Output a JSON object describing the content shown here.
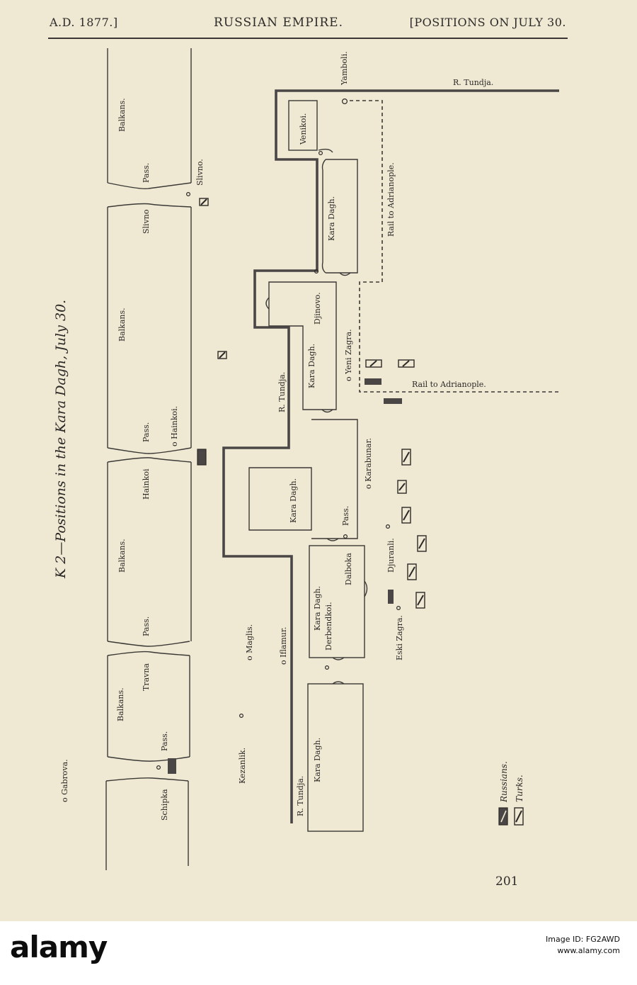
{
  "header": {
    "left": "A.D. 1877.]",
    "center": "RUSSIAN EMPIRE.",
    "right": "[POSITIONS ON JULY 30."
  },
  "map_title": "K 2—Positions in the Kara Dagh, July 30.",
  "page_number": "201",
  "places": {
    "gabrova": "o Gabrova.",
    "schipka": "Schipka",
    "travna": "Travna",
    "hainkoi_pass": "Hainkoi",
    "hainkoi_town": "o Hainkoi.",
    "slivno_pass": "Slivno",
    "slivno_town": "Slivno.",
    "kezanlik": "Kezanlik.",
    "maglis": "o Maglis.",
    "iflamur": "o Iflamur.",
    "derbendkoi": "Derbendkoi.",
    "dalboka": "Dalboka",
    "djuranli": "Djuranli.",
    "eski_zagra": "Eski Zagra.",
    "karabunar": "o Karabunar.",
    "yeni_zagra": "o Yeni Zagra.",
    "djinovo": "Djinovo.",
    "venikoi": "Venikoi.",
    "yamboli": "Yamboli."
  },
  "ranges": {
    "balkans": "Balkans.",
    "pass": "Pass.",
    "kara_dagh": "Kara Dagh."
  },
  "rivers": {
    "tundja_top": "R. Tundja.",
    "tundja_mid": "R. Tundja.",
    "tundja_bottom": "R. Tundja."
  },
  "rail": {
    "vertical": "Rail to Adrianople.",
    "horizontal": "Rail to Adrianople."
  },
  "legend": {
    "russians": "Russians.",
    "turks": "Turks."
  },
  "watermark": {
    "logo": "alamy",
    "image_id_label": "Image ID: FG2AWD",
    "site": "www.alamy.com"
  },
  "colors": {
    "paper": "#efe9d3",
    "ink": "#2b2826",
    "river": "#4a4646"
  }
}
